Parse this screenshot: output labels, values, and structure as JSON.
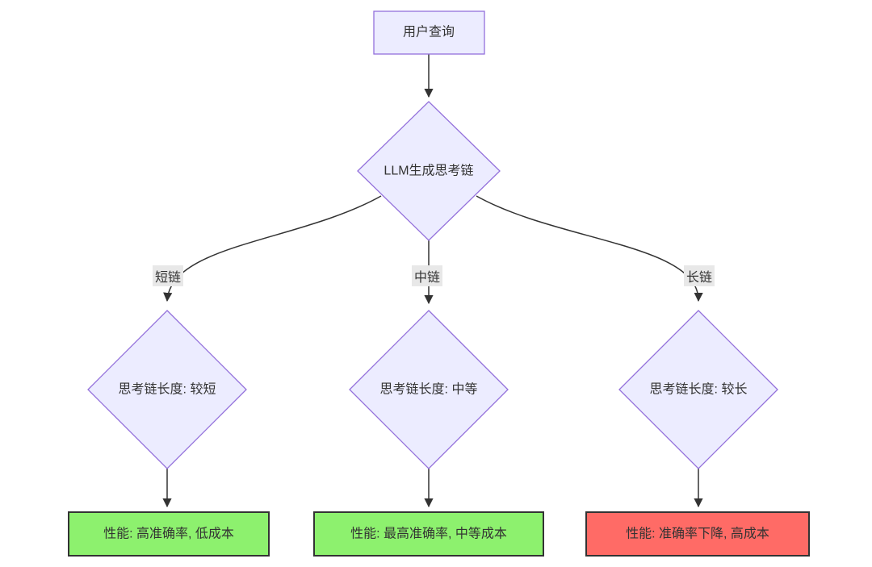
{
  "diagram": {
    "type": "flowchart",
    "colors": {
      "background": "#ffffff",
      "node_fill": "#ECECFF",
      "node_border": "#9370DB",
      "edge": "#333333",
      "label_bg": "#e8e8e8",
      "text": "#333333",
      "result_border": "#333333",
      "green_fill": "#8DF16E",
      "red_fill": "#FF6B66"
    },
    "nodes": {
      "user_query": {
        "label": "用户查询"
      },
      "llm_generate": {
        "label": "LLM生成思考链"
      },
      "cot_short": {
        "label": "思考链长度: 较短"
      },
      "cot_medium": {
        "label": "思考链长度: 中等"
      },
      "cot_long": {
        "label": "思考链长度: 较长"
      },
      "result_short": {
        "label": "性能: 高准确率, 低成本",
        "fill": "#8DF16E"
      },
      "result_medium": {
        "label": "性能: 最高准确率, 中等成本",
        "fill": "#8DF16E"
      },
      "result_long": {
        "label": "性能: 准确率下降, 高成本",
        "fill": "#FF6B66"
      }
    },
    "edge_labels": {
      "short": "短链",
      "medium": "中链",
      "long": "长链"
    }
  }
}
